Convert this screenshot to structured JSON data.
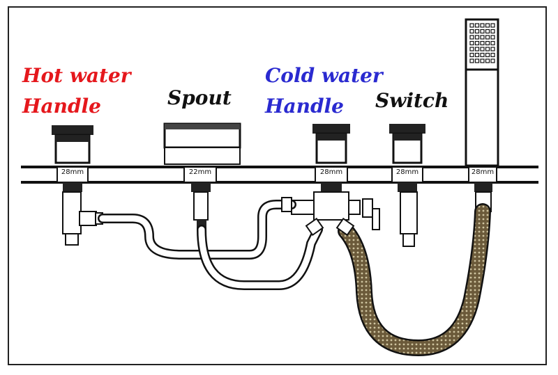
{
  "labels": {
    "hot_line1": "Hot water",
    "hot_line2": "Handle",
    "spout": "Spout",
    "cold_line1": "Cold water",
    "cold_line2": "Handle",
    "switch": "Switch"
  },
  "sizes": {
    "hot": "28mm",
    "spout": "22mm",
    "cold": "28mm",
    "switch": "28mm",
    "shower": "28mm"
  },
  "colors": {
    "hot": "#e5171c",
    "cold": "#2a2ad0",
    "text": "#111111"
  }
}
